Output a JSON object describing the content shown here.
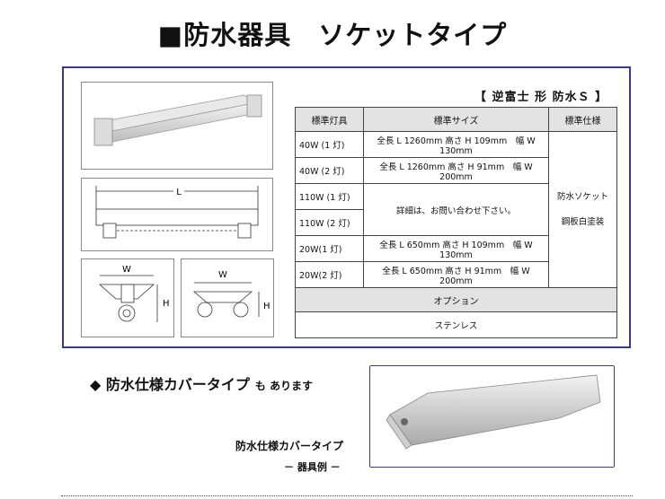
{
  "title": "■防水器具　ソケットタイプ",
  "heading": "【 逆富士 形 防水Ｓ 】",
  "dimension_labels": {
    "length": "L",
    "width": "W",
    "height": "H"
  },
  "table": {
    "headers": [
      "標準灯具",
      "標準サイズ",
      "標準仕様"
    ],
    "rows": [
      {
        "fixture": "40W (1 灯)",
        "size": "全長 L 1260mm 高さ H 109mm　幅 W 130mm"
      },
      {
        "fixture": "40W (2 灯)",
        "size": "全長 L 1260mm 高さ H 91mm　幅 W 200mm"
      },
      {
        "fixture": "110W (1 灯)",
        "size": ""
      },
      {
        "fixture": "110W (2 灯)",
        "size": ""
      },
      {
        "fixture": "20W(1 灯)",
        "size": "全長 L 650mm 高さ H 109mm　幅 W 130mm"
      },
      {
        "fixture": "20W(2 灯)",
        "size": "全長 L 650mm 高さ H 91mm　幅 W 200mm"
      }
    ],
    "merged_size_note": "詳細は、お問い合わせ下さい。",
    "spec_lines": [
      "防水ソケット",
      "鋼板白塗装"
    ],
    "option_header": "オプション",
    "option_value": "ステンレス"
  },
  "promo": {
    "text": "◆ 防水仕様カバータイプ",
    "suffix": "も あります"
  },
  "caption": {
    "line1": "防水仕様カバータイプ",
    "line2": "－ 器具例 －"
  },
  "colors": {
    "frame": "#3b3a8a",
    "header_bg": "#e3e3e3"
  }
}
